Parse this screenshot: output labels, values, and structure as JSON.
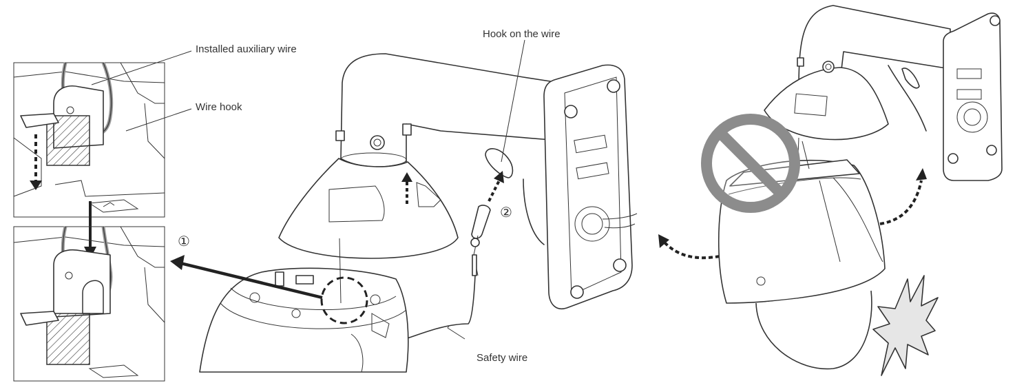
{
  "labels": {
    "installed_aux_wire": "Installed auxiliary wire",
    "wire_hook": "Wire hook",
    "hook_on_wire": "Hook on the wire",
    "safety_wire": "Safety wire"
  },
  "steps": {
    "step1": "①",
    "step2": "②"
  },
  "colors": {
    "line": "#333333",
    "prohibited_sign": "#8c8c8c",
    "impact_burst": "#e6e6e6"
  },
  "icons": {
    "prohibited": "prohibited-icon",
    "impact": "impact-burst-icon"
  }
}
